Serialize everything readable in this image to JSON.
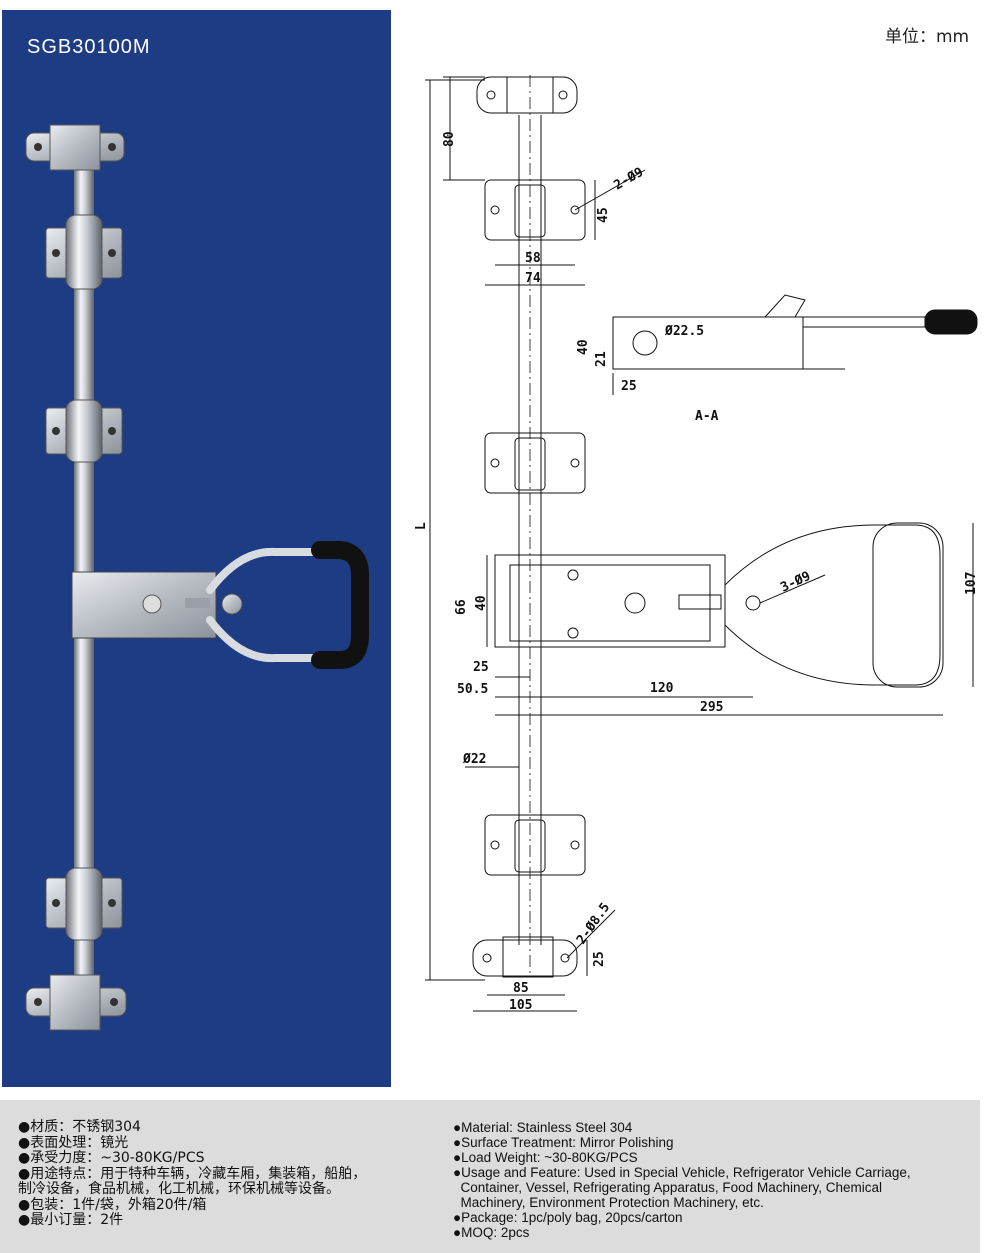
{
  "model": "SGB30100M",
  "unit_label": "单位：mm",
  "drawing": {
    "section_label": "A-A",
    "dimensions": {
      "d80": "80",
      "holes_top": "2-Ø9",
      "d45": "45",
      "d58": "58",
      "d74": "74",
      "hole_225": "Ø22.5",
      "d40a": "40",
      "d21": "21",
      "d25a": "25",
      "L": "L",
      "d66": "66",
      "d40b": "40",
      "holes_mid": "3-Ø9",
      "d107": "107",
      "d25b": "25",
      "d505": "50.5",
      "d120": "120",
      "d295": "295",
      "rod_dia": "Ø22",
      "holes_bottom": "2-Ø8.5",
      "d25c": "25",
      "d85": "85",
      "d105": "105"
    }
  },
  "specs_cn": [
    "●材质：不锈钢304",
    "●表面处理：镜光",
    "●承受力度：~30-80KG/PCS",
    "●用途特点：用于特种车辆，冷藏车厢，集装箱，船舶，",
    "制冷设备，食品机械，化工机械，环保机械等设备。",
    "●包装：1件/袋，外箱20件/箱",
    "●最小订量：2件"
  ],
  "specs_en": [
    "●Material: Stainless Steel 304",
    "●Surface Treatment: Mirror Polishing",
    "●Load Weight: ~30-80KG/PCS",
    "●Usage and Feature: Used in Special Vehicle, Refrigerator Vehicle Carriage,",
    "  Container, Vessel, Refrigerating Apparatus, Food Machinery, Chemical",
    "  Machinery, Environment Protection Machinery, etc.",
    "●Package: 1pc/poly bag, 20pcs/carton",
    "●MOQ: 2pcs"
  ],
  "colors": {
    "panel_blue": "#1d3c84",
    "footer_gray": "#dcdcdc",
    "steel": "#c8ccd2",
    "grip": "#111111"
  }
}
